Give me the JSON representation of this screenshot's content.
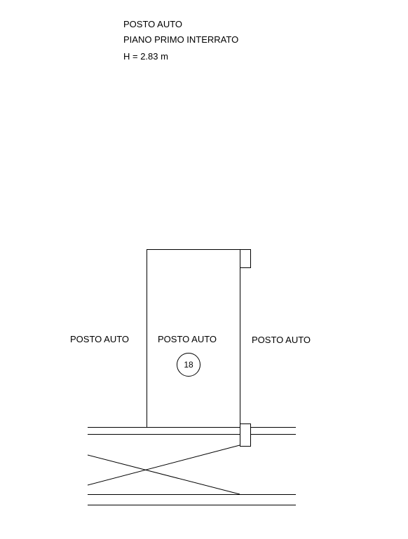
{
  "header": {
    "line1": "POSTO AUTO",
    "line2": "PIANO PRIMO INTERRATO",
    "line3": "H = 2.83 m"
  },
  "plan": {
    "left_label": "POSTO AUTO",
    "center_label": "POSTO AUTO",
    "right_label": "POSTO AUTO",
    "space_number": "18"
  }
}
